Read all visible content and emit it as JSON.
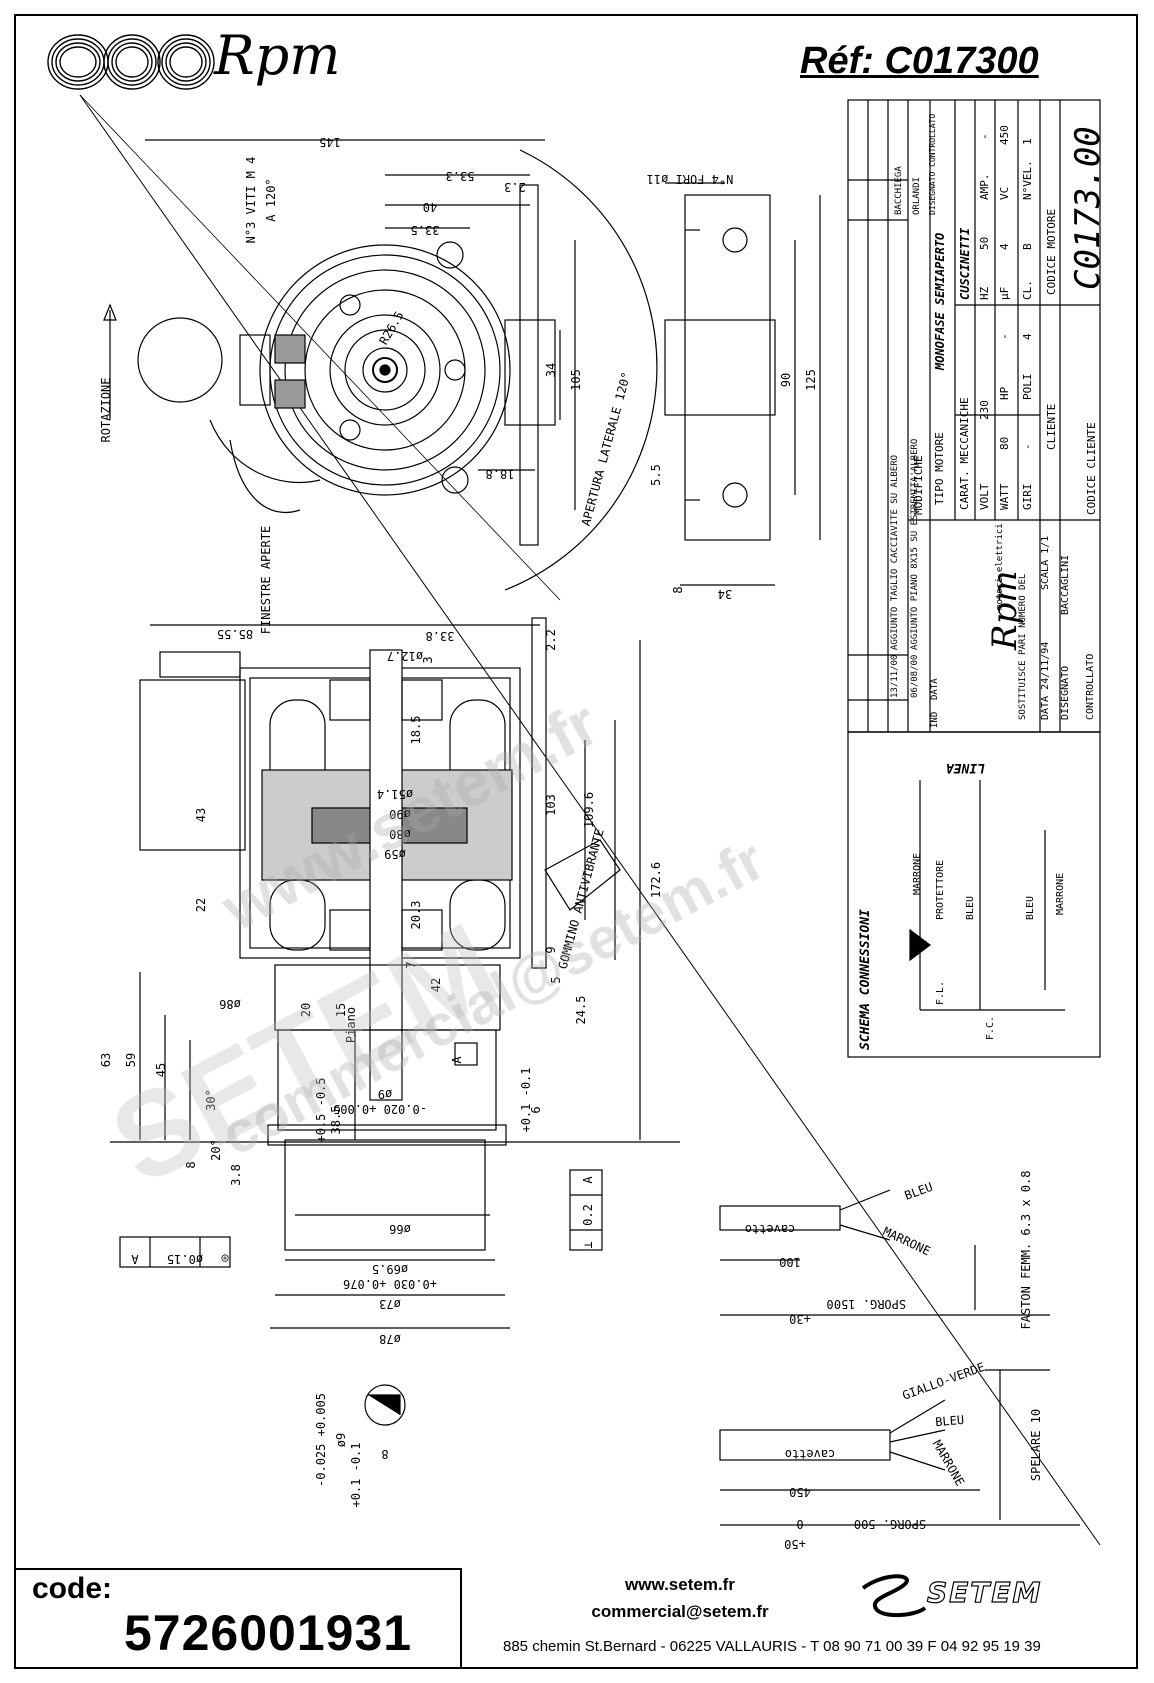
{
  "header": {
    "brand": "Rpm",
    "reference": "Réf:  C017300"
  },
  "title_block": {
    "motor_code_label": "CODICE MOTORE",
    "motor_code": "C0173.00",
    "tipo_motore_label": "TIPO MOTORE",
    "tipo_motore": "MONOFASE SEMIAPERTO",
    "carat_label": "CARAT. MECCANICHE",
    "carat": "CUSCINETTI",
    "volt_label": "VOLT",
    "volt": "230",
    "hz_label": "HZ",
    "hz": "50",
    "amp_label": "AMP.",
    "amp": "-",
    "watt_label": "WATT",
    "watt": "80",
    "hp_label": "HP",
    "hp": "-",
    "uf_label": "µF",
    "uf": "4",
    "vc_label": "VC",
    "vc": "450",
    "giri_label": "GIRI",
    "giri": "-",
    "poli_label": "POLI",
    "poli": "4",
    "cl_label": "CL.",
    "cl": "B",
    "vel_label": "N°VEL.",
    "vel": "1",
    "cliente_label": "CLIENTE",
    "codice_cliente_label": "CODICE CLIENTE",
    "modifiche_label": "MODIFICHE",
    "rev7": "AGGIUNTO TAGLIO CACCIAVITE SU ALBERO",
    "rev7_date": "13/11/00",
    "rev6": "AGGIUNTO PIANO 8X15 SU ESTREMITA'ALBERO",
    "rev6_date": "06/08/00",
    "ind_label": "IND",
    "data_label": "DATA",
    "sign_names": [
      "BACCHIEGA",
      "ORLANDI"
    ],
    "disegnato_controllato": "DISEGNATO CONTROLLATO",
    "rpm_motori": "motori elettrici",
    "sostituisce": "SOSTITUISCE PARI NUMERO DEL",
    "data_disegno": "DATA 24/11/94",
    "scala": "SCALA   1/1",
    "disegnato": "DISEGNATO",
    "disegnato_by": "BACCAGLINI",
    "controllato": "CONTROLLATO"
  },
  "schema": {
    "title": "SCHEMA CONNESSIONI",
    "linea": "LINEA",
    "wires": [
      "MARRONE",
      "PROTETTORE",
      "BLEU",
      "BLEU",
      "MARRONE"
    ],
    "fl": "F.L.",
    "fc": "F.C."
  },
  "dimensions": {
    "d145": "145",
    "d53_3": "53.3",
    "d2_3": "2.3",
    "d40": "40",
    "d33_5": "33.5",
    "viti": "N°3 VITI M 4",
    "a120": "A 120°",
    "r26_5": "R26.5",
    "d34": "34",
    "d105": "105",
    "d18_8": "18.8",
    "apertura": "APERTURA LATERALE 120°",
    "rotazione": "ROTAZIONE",
    "n4fori": "N°4 FORI ø11",
    "d90": "90",
    "d125": "125",
    "d5_5": "5.5",
    "d8": "8",
    "d34b": "34",
    "finestre": "FINESTRE APERTE",
    "d85_55": "85.55",
    "d33_8": "33.8",
    "d12_7": "ø12.7",
    "d2_2": "2.2",
    "d3": "3",
    "d51_4": "ø51.4",
    "d90b": "ø90",
    "d80": "ø80",
    "d59": "ø59",
    "d18_5": "18.5",
    "d103": "103",
    "d109_6": "109.6",
    "d172_6": "172.6",
    "gommino": "GOMMINO ANTIVIBRANTE",
    "d43": "43",
    "d22": "22",
    "d20_3": "20.3",
    "d7": "7",
    "d42": "42",
    "d9": "9",
    "d5": "5",
    "d24_5": "24.5",
    "d86": "ø86",
    "d20": "20",
    "d15": "15",
    "piano": "Piano",
    "d63": "63",
    "d59b": "59",
    "d45": "45",
    "d38_5": "38.5",
    "tol38_5": "+0.5 -0.5",
    "d9shaft": "ø9",
    "tol9": "-0.020 +0.005",
    "labelA": "A",
    "d30deg": "30°",
    "d20deg": "20°",
    "d6": "6",
    "tol6": "+0.1 -0.1",
    "d8b": "8",
    "d3_8": "3.8",
    "perp": "⊥",
    "perp_val": "0.2",
    "perp_ref": "A",
    "d66": "ø66",
    "d69_5": "ø69.5",
    "tol69_5": "+0.030 +0.076",
    "d73": "ø73",
    "d78": "ø78",
    "conc": "◎",
    "conc_val": "ø0.15",
    "conc_ref": "A",
    "detail_d9": "ø9",
    "detail_tol": "-0.025 +0.005",
    "detail_8": "8",
    "detail_tol8": "+0.1 -0.1",
    "faston": "FASTON FEMM. 6.3 x 0.8",
    "bleu": "BLEU",
    "marrone": "MARRONE",
    "cavetto": "cavetto",
    "l100": "100",
    "sporg150": "SPORG. 150",
    "zero": "0",
    "plus30": "+30",
    "giallo": "GIALLO-VERDE",
    "bleu2": "BLEU",
    "marrone2": "MARRONE",
    "spelare": "SPELARE 10",
    "cavetto2": "cavetto",
    "l450": "450",
    "sporg500": "SPORG. 500",
    "zero2": "0",
    "plus50": "+50"
  },
  "watermark": {
    "line1": "www.setem.fr",
    "line2": "SETEM",
    "line3": "commercial@setem.fr"
  },
  "footer": {
    "code_label": "code:",
    "code_value": "5726001931",
    "web": "www.setem.fr",
    "email": "commercial@setem.fr",
    "address": "885 chemin St.Bernard  -  06225 VALLAURIS  -  T 08 90 71 00 39   F 04 92 95 19 39",
    "company_logo": "SETEM"
  }
}
